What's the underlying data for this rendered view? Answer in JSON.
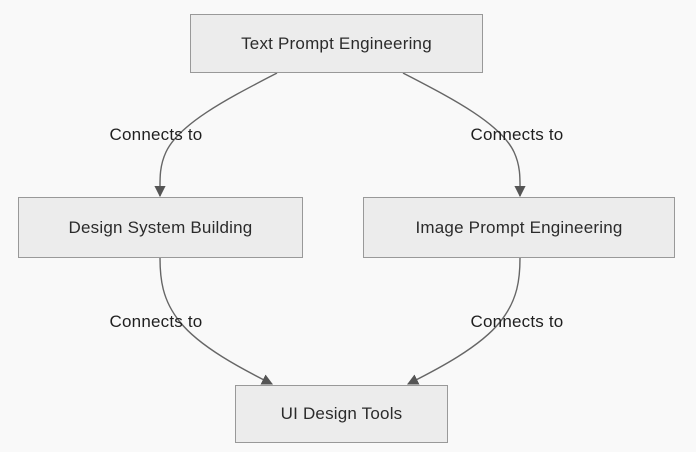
{
  "diagram": {
    "type": "flowchart",
    "direction": "top-down",
    "nodes": {
      "top": {
        "label": "Text Prompt Engineering"
      },
      "left": {
        "label": "Design System Building"
      },
      "right": {
        "label": "Image Prompt Engineering"
      },
      "bottom": {
        "label": "UI Design Tools"
      }
    },
    "edges": [
      {
        "from": "Text Prompt Engineering",
        "to": "Design System Building",
        "label": "Connects to"
      },
      {
        "from": "Text Prompt Engineering",
        "to": "Image Prompt Engineering",
        "label": "Connects to"
      },
      {
        "from": "Design System Building",
        "to": "UI Design Tools",
        "label": "Connects to"
      },
      {
        "from": "Image Prompt Engineering",
        "to": "UI Design Tools",
        "label": "Connects to"
      }
    ],
    "colors": {
      "background": "#f9f9f9",
      "node_fill": "#ececec",
      "node_border": "#999999",
      "edge_line": "#666666",
      "arrowhead": "#555555",
      "text": "#2b2b2b"
    }
  }
}
